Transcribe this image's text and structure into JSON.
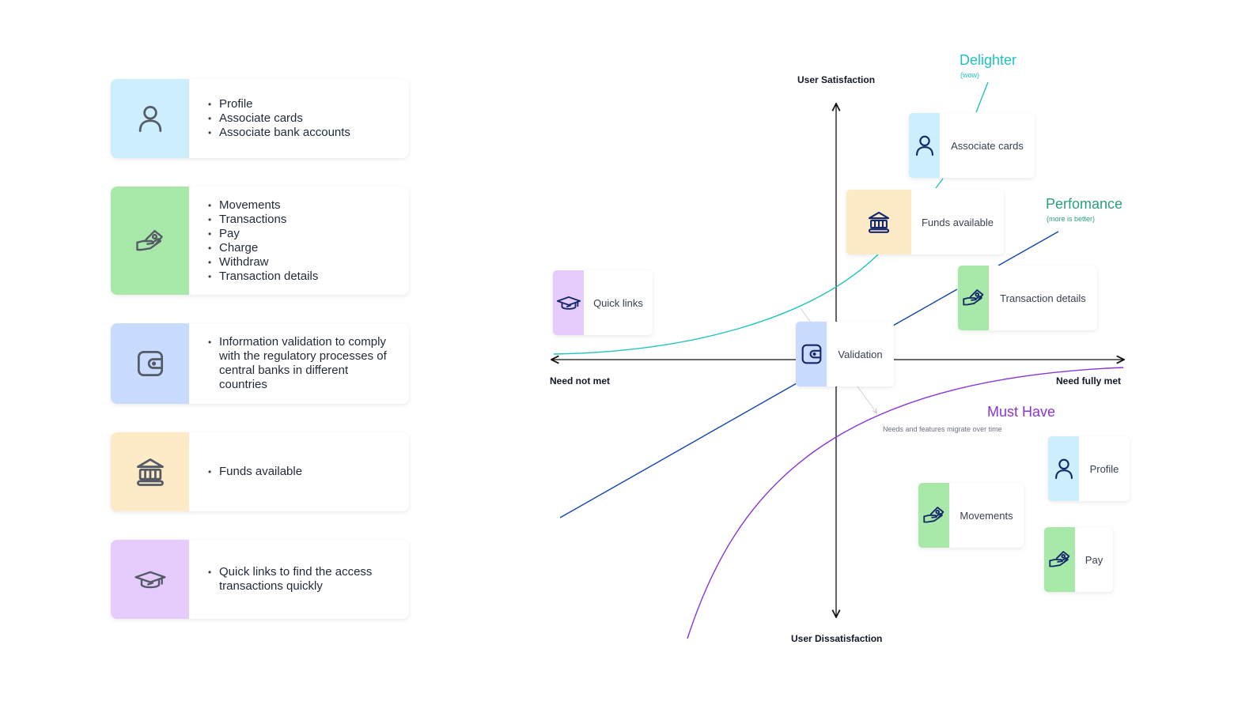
{
  "colors": {
    "profile": "#cdeefd",
    "payments": "#a8e8a9",
    "validation": "#c9dbff",
    "funds": "#fdebc8",
    "quicklinks": "#e6ccfd",
    "icon_gray": "#545b66",
    "icon_navy": "#13286a",
    "delighter": "#1fc2c0",
    "performance": "#2a9e7e",
    "performance_line": "#1146b0",
    "must_have": "#8a34d6"
  },
  "feature_cards": [
    {
      "icon": "user-icon",
      "color_key": "profile",
      "items": [
        "Profile",
        "Associate cards",
        "Associate bank accounts"
      ]
    },
    {
      "icon": "hand-money-icon",
      "color_key": "payments",
      "items": [
        "Movements",
        "Transactions",
        "Pay",
        "Charge",
        "Withdraw",
        "Transaction details"
      ]
    },
    {
      "icon": "wallet-icon",
      "color_key": "validation",
      "items": [
        "Information validation to comply with the regulatory processes of central banks in different countries"
      ]
    },
    {
      "icon": "bank-icon",
      "color_key": "funds",
      "items": [
        "Funds available"
      ]
    },
    {
      "icon": "graduation-cap-icon",
      "color_key": "quicklinks",
      "items": [
        "Quick links to find the access transactions quickly"
      ]
    }
  ],
  "kano": {
    "axis_top": "User Satisfaction",
    "axis_bottom": "User Dissatisfaction",
    "axis_left": "Need not met",
    "axis_right": "Need fully met",
    "delighter": {
      "title": "Delighter",
      "subtitle": "(wow)"
    },
    "performance": {
      "title": "Perfomance",
      "subtitle": "(more is better)"
    },
    "must_have": {
      "title": "Must Have"
    },
    "migration_note": "Needs and features migrate over time",
    "items": [
      {
        "label": "Associate cards",
        "icon": "user-icon",
        "color_key": "profile"
      },
      {
        "label": "Funds available",
        "icon": "bank-icon",
        "color_key": "funds"
      },
      {
        "label": "Transaction details",
        "icon": "hand-money-icon",
        "color_key": "payments"
      },
      {
        "label": "Quick links",
        "icon": "graduation-cap-icon",
        "color_key": "quicklinks"
      },
      {
        "label": "Validation",
        "icon": "wallet-icon",
        "color_key": "validation"
      },
      {
        "label": "Profile",
        "icon": "user-icon",
        "color_key": "profile"
      },
      {
        "label": "Movements",
        "icon": "hand-money-icon",
        "color_key": "payments"
      },
      {
        "label": "Pay",
        "icon": "hand-money-icon",
        "color_key": "payments"
      }
    ]
  }
}
